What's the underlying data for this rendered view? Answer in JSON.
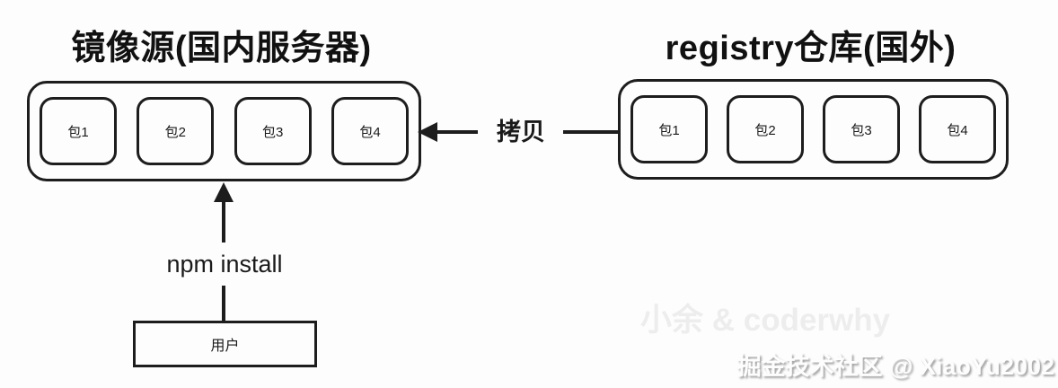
{
  "colors": {
    "background": "#fdfdfd",
    "stroke": "#1d1d1d",
    "watermark_light": "#ededed"
  },
  "mirror_source": {
    "title": "镜像源(国内服务器)",
    "packages": [
      "包1",
      "包2",
      "包3",
      "包4"
    ]
  },
  "registry": {
    "title": "registry仓库(国外)",
    "packages": [
      "包1",
      "包2",
      "包3",
      "包4"
    ]
  },
  "arrows": {
    "copy_label": "拷贝",
    "install_label": "npm install"
  },
  "user": {
    "label": "用户"
  },
  "watermarks": {
    "author": "小余 & coderwhy",
    "community": "掘金技术社区 @ XiaoYu2002"
  }
}
